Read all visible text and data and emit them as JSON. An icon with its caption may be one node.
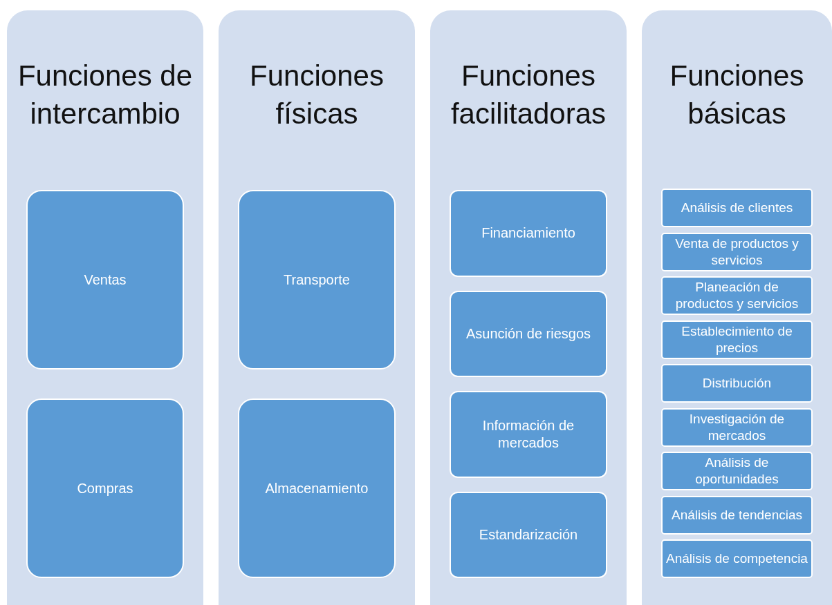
{
  "diagram": {
    "nodes": [
      {
        "text": [
          "Funciones de intercambio"
        ]
      },
      {
        "text": [
          "Ventas"
        ],
        "in": 0
      },
      {
        "text": [
          "Compras"
        ],
        "in": 0
      },
      {
        "text": [
          "Funciones físicas"
        ]
      },
      {
        "text": [
          "Transporte"
        ],
        "in": 3
      },
      {
        "text": [
          "Almacenamiento"
        ],
        "in": 3
      },
      {
        "text": [
          "Funciones facilitadoras"
        ]
      },
      {
        "text": [
          "Financiamiento"
        ],
        "in": 6
      },
      {
        "text": [
          "Asunción de riesgos"
        ],
        "in": 6
      },
      {
        "text": [
          "Información de mercados"
        ],
        "in": 6
      },
      {
        "text": [
          "Estandarización"
        ],
        "in": 6
      },
      {
        "text": [
          "Funciones básicas"
        ]
      },
      {
        "text": [
          "Análisis de clientes"
        ],
        "in": 11
      },
      {
        "text": [
          "Venta de productos y servicios"
        ],
        "in": 11
      },
      {
        "text": [
          "Planeación de productos y servicios"
        ],
        "in": 11
      },
      {
        "text": [
          "Establecimiento de precios"
        ],
        "in": 11
      },
      {
        "text": [
          "Distribución"
        ],
        "in": 11
      },
      {
        "text": [
          "Investigación de mercados"
        ],
        "in": 11
      },
      {
        "text": [
          "Análisis de oportunidades"
        ],
        "in": 11
      },
      {
        "text": [
          "Análisis de tendencias"
        ],
        "in": 11
      },
      {
        "text": [
          "Análisis de competencia"
        ],
        "in": 11
      }
    ],
    "edges": []
  }
}
